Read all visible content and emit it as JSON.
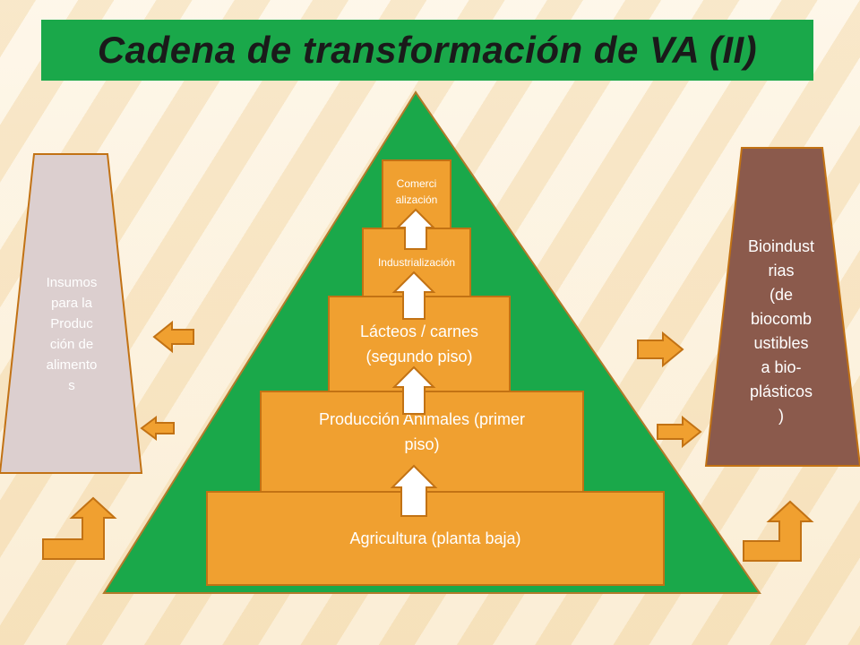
{
  "title": "Cadena de transformación de VA (II)",
  "colors": {
    "title_bar": "#1aa84a",
    "pyramid_fill": "#1aa84a",
    "tier_fill": "#f0a030",
    "tier_border": "#c27214",
    "left_panel": "#dccfcf",
    "right_panel": "#8b5a4c",
    "arrow_fill": "#f0a030",
    "arrow_stroke": "#c27214",
    "up_arrow_fill": "#ffffff",
    "up_arrow_stroke": "#c27214"
  },
  "tiers": [
    {
      "label": "Agricultura (planta baja)"
    },
    {
      "label": "Producción Animales (primer piso)"
    },
    {
      "label": "Lácteos / carnes (segundo piso)"
    },
    {
      "label": "Industrialización"
    },
    {
      "label": "Comercialización"
    }
  ],
  "tier_lines": {
    "t1": [
      "Agricultura (planta baja)"
    ],
    "t2": [
      "Producción Animales (primer",
      "piso)"
    ],
    "t3": [
      "Lácteos / carnes",
      "(segundo piso)"
    ],
    "t4": [
      "Industrialización"
    ],
    "t5": [
      "Comerci",
      "alización"
    ]
  },
  "left_panel": {
    "label_lines": [
      "Insumos",
      "para  la",
      "Produc",
      "ción de",
      "alimento",
      "s"
    ]
  },
  "right_panel": {
    "label_lines": [
      "Bioindust",
      "rias",
      "(de",
      "biocomb",
      "ustibles",
      "a  bio-",
      "plásticos",
      ")"
    ]
  },
  "icons": {
    "left_arrows": "arrow-left-icon",
    "right_arrows": "arrow-right-icon",
    "up_arrows": "arrow-up-outline-icon",
    "bent_arrows": "bent-arrow-up-icon"
  }
}
